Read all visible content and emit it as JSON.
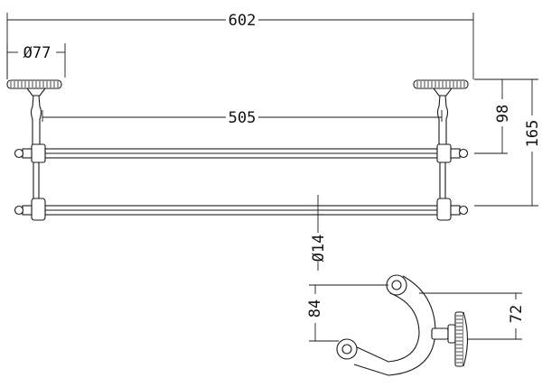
{
  "drawing": {
    "dimensions": {
      "overall_width": "602",
      "bracket_diameter": "Ø77",
      "rail_span": "505",
      "upper_rail_offset": "98",
      "overall_depth": "165",
      "rail_diameter": "Ø14",
      "hook_height": "84",
      "mount_height": "72"
    }
  }
}
